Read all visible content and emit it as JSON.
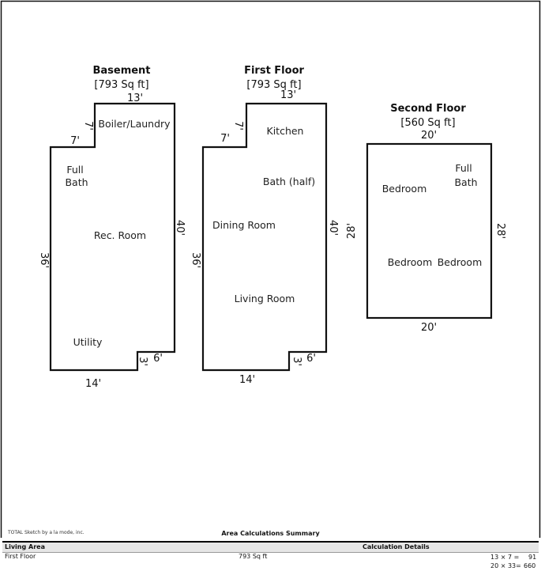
{
  "plans": [
    {
      "id": "basement",
      "title": "Basement",
      "area": "[793 Sq ft]",
      "rooms": [
        "Boiler/Laundry",
        "Full",
        "Bath",
        "Rec. Room",
        "Utility"
      ],
      "dims": [
        "13'",
        "7'",
        "7'",
        "40'",
        "36'",
        "6'",
        "3'",
        "14'"
      ]
    },
    {
      "id": "first",
      "title": "First Floor",
      "area": "[793 Sq ft]",
      "rooms": [
        "Kitchen",
        "Bath (half)",
        "Dining Room",
        "Living Room"
      ],
      "dims": [
        "13'",
        "7'",
        "7'",
        "40'",
        "36'",
        "6'",
        "3'",
        "14'"
      ]
    },
    {
      "id": "second",
      "title": "Second Floor",
      "area": "[560 Sq ft]",
      "rooms": [
        "Full",
        "Bath",
        "Bedroom",
        "Bedroom",
        "Bedroom"
      ],
      "dims": [
        "20'",
        "28'",
        "28'",
        "20'"
      ]
    }
  ],
  "footer": {
    "credit": "TOTAL Sketch by a la mode, inc.",
    "summary_title": "Area Calculations Summary",
    "living_area_label": "Living Area",
    "calc_details_label": "Calculation Details",
    "rows": [
      {
        "name": "First Floor",
        "area": "793 Sq ft",
        "calc1": "13 × 7 =",
        "val1": "91",
        "calc2": "20 × 33=",
        "val2": "660"
      }
    ]
  }
}
